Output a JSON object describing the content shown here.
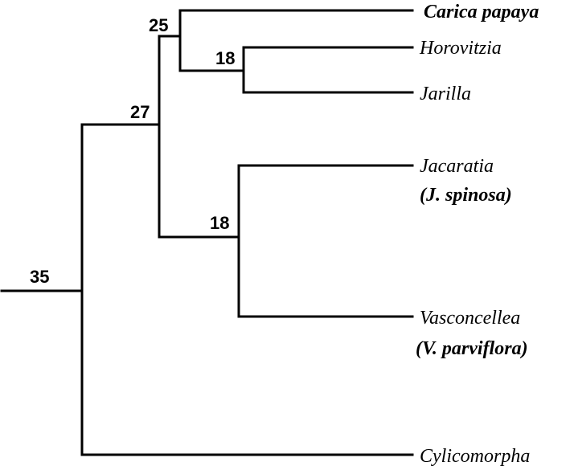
{
  "tree": {
    "nodes": {
      "root": "35",
      "ingroup": "27",
      "papaya_clade": "25",
      "horovitzia_jarilla": "18",
      "jacaratia_vasconcellea": "18"
    },
    "taxa": {
      "carica": "Carica papaya",
      "horovitzia": "Horovitzia",
      "jarilla": "Jarilla",
      "jacaratia": "Jacaratia",
      "jacaratia_species": "(J. spinosa)",
      "vasconcellea": "Vasconcellea",
      "vasconcellea_species": "(V. parviflora)",
      "cylicomorpha": "Cylicomorpha"
    }
  }
}
